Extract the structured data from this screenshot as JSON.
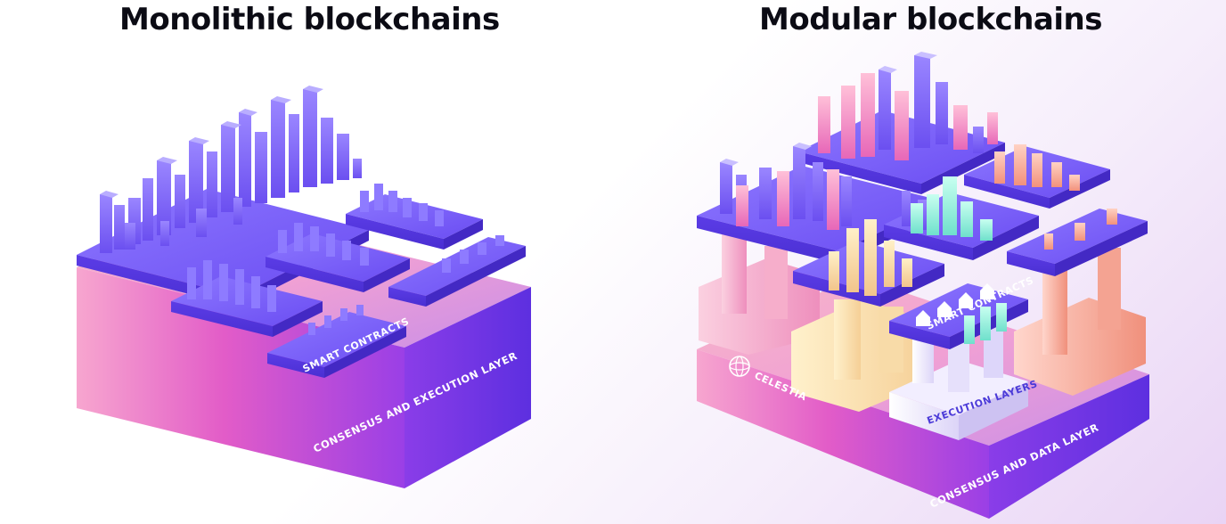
{
  "titles": {
    "monolithic": "Monolithic blockchains",
    "modular": "Modular blockchains"
  },
  "monolithic": {
    "base_label": "CONSENSUS AND EXECUTION LAYER",
    "module_label": "SMART CONTRACTS"
  },
  "modular": {
    "base_label": "CONSENSUS AND DATA LAYER",
    "brand_label": "CELESTIA",
    "execution_label": "EXECUTION LAYERS",
    "module_label": "SMART CONTRACTS"
  },
  "colors": {
    "purple": "#6f4cf0",
    "deep_purple": "#5a34e0",
    "magenta": "#e04fc8",
    "pink": "#f4a0c4",
    "peach": "#f6d4a8",
    "mint": "#8ff0d8",
    "coral": "#f0907c"
  }
}
